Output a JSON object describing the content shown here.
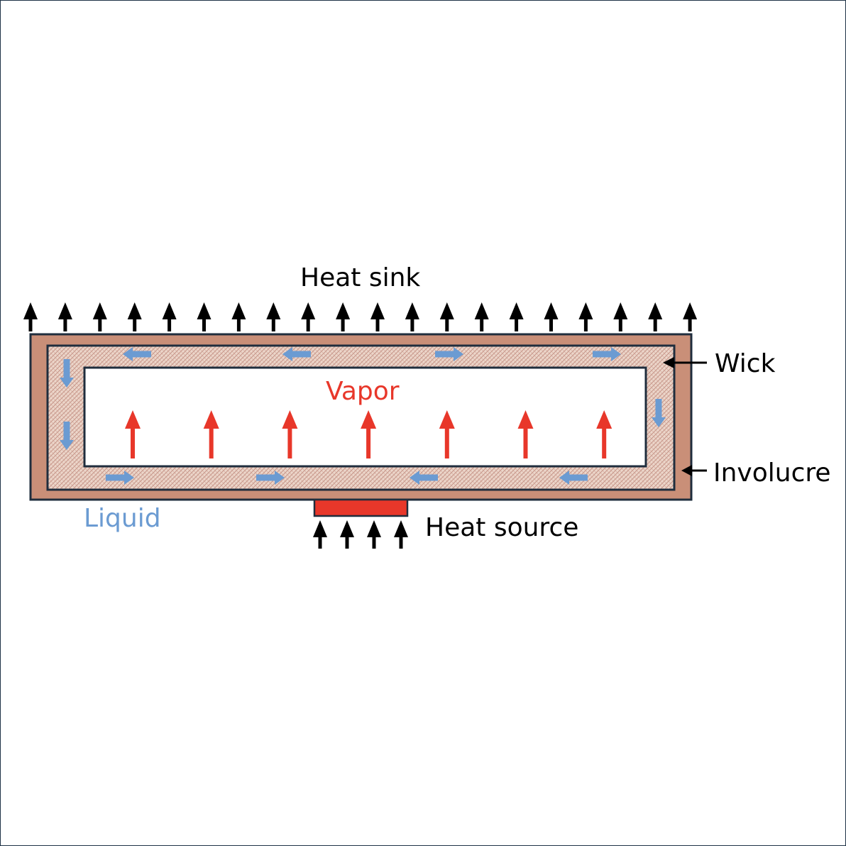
{
  "labels": {
    "heat_sink": "Heat sink",
    "wick": "Wick",
    "vapor": "Vapor",
    "involucre": "Involucre",
    "liquid": "Liquid",
    "heat_source": "Heat source"
  },
  "colors": {
    "involucre": "#c98f78",
    "wick": "#e8cfc2",
    "wick_pattern": "#c7968a",
    "outline": "#1f2d3d",
    "vapor": "#e8372a",
    "liquid": "#6b9bd2",
    "heat_arrows": "#000000",
    "heat_source": "#e8372a"
  },
  "icons": {
    "heat_sink_arrow": "up-arrow-icon",
    "vapor_arrow": "up-arrow-icon",
    "liquid_arrow": "block-arrow-icon",
    "pointer": "left-arrow-icon"
  }
}
